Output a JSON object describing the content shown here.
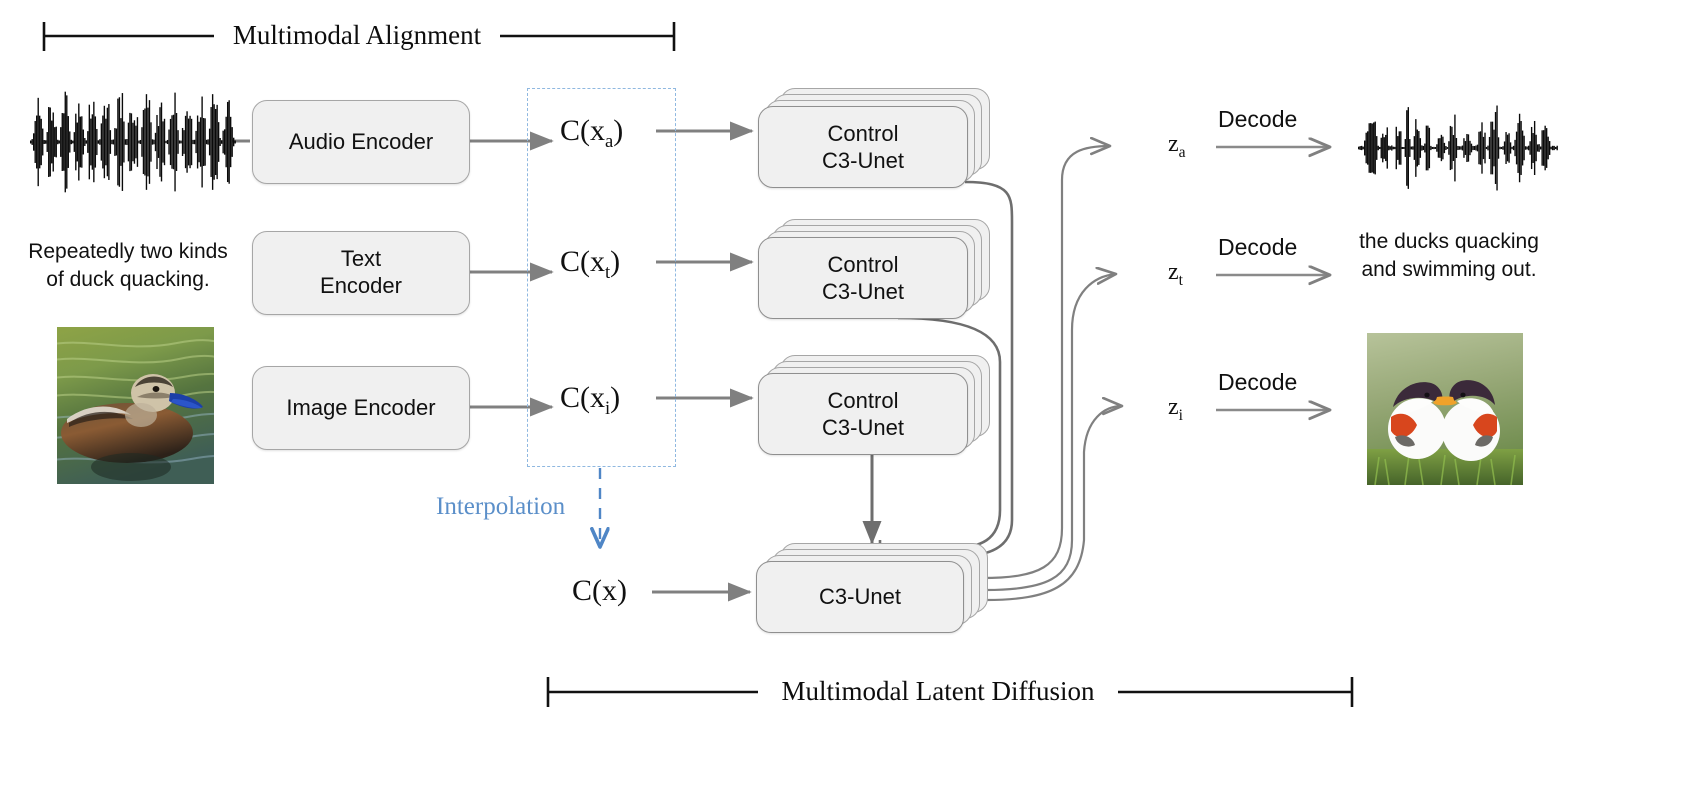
{
  "figure": {
    "top_bracket_label": "Multimodal Alignment",
    "bottom_bracket_label": "Multimodal Latent Diffusion"
  },
  "inputs": {
    "audio_waveform_name": "input-audio-waveform",
    "text_prompt": "Repeatedly two kinds\nof duck quacking.",
    "image_caption_name": "input-duck-photo"
  },
  "encoders": [
    {
      "id": "audio",
      "label": "Audio Encoder"
    },
    {
      "id": "text",
      "label": "Text\nEncoder"
    },
    {
      "id": "image",
      "label": "Image Encoder"
    }
  ],
  "latents": {
    "audio": {
      "base": "C(x",
      "sub": "a",
      "close": ")"
    },
    "text": {
      "base": "C(x",
      "sub": "t",
      "close": ")"
    },
    "image": {
      "base": "C(x",
      "sub": "i",
      "close": ")"
    },
    "fused": {
      "base": "C(x",
      "sub": "",
      "close": ")"
    }
  },
  "interpolation": {
    "label": "Interpolation"
  },
  "unets": [
    {
      "id": "control-audio",
      "line1": "Control",
      "line2": "C3-Unet"
    },
    {
      "id": "control-text",
      "line1": "Control",
      "line2": "C3-Unet"
    },
    {
      "id": "control-image",
      "line1": "Control",
      "line2": "C3-Unet"
    },
    {
      "id": "main",
      "line1": "",
      "line2": "C3-Unet"
    }
  ],
  "outputs": [
    {
      "id": "audio",
      "z_base": "z",
      "z_sub": "a",
      "decode_label": "Decode",
      "result_type": "waveform",
      "result_text": ""
    },
    {
      "id": "text",
      "z_base": "z",
      "z_sub": "t",
      "decode_label": "Decode",
      "result_type": "text",
      "result_text": "the ducks quacking\nand swimming out."
    },
    {
      "id": "image",
      "z_base": "z",
      "z_sub": "i",
      "decode_label": "Decode",
      "result_type": "image",
      "result_text": ""
    }
  ],
  "colors": {
    "box_fill": "#f0f0f0",
    "box_border": "#a6a6a6",
    "arrow": "#808080",
    "dark_arrow": "#595959",
    "dashed_blue": "#8fb8e0",
    "interp_text": "#5b8fc9",
    "text": "#111111"
  }
}
